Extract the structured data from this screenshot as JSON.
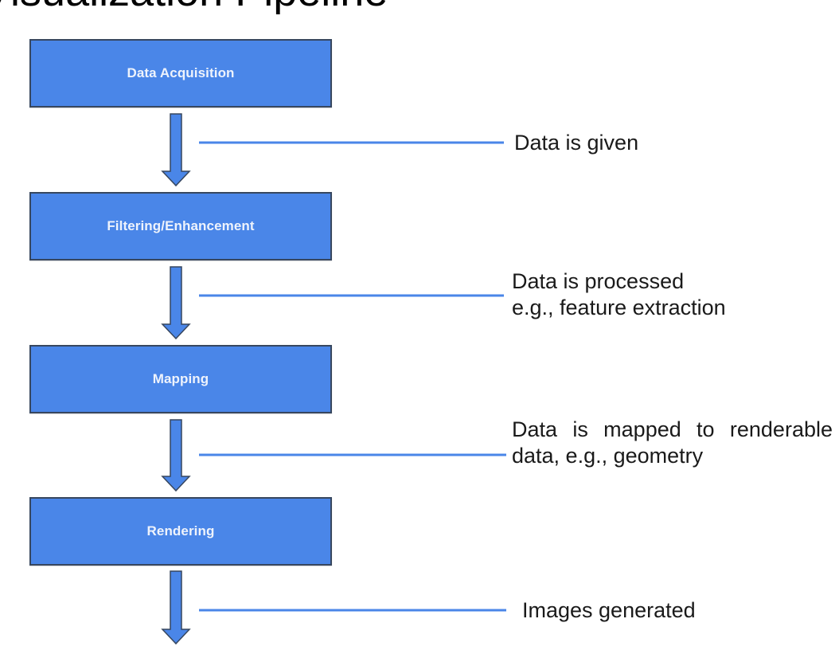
{
  "title": "Visualization Pipeline",
  "colors": {
    "box_fill": "#4a86e8",
    "box_border": "#37475f",
    "box_text": "#eef3fc",
    "connector": "#4a86e8",
    "annotation_text": "#1a1a1a"
  },
  "stages": [
    {
      "label": "Data Acquisition"
    },
    {
      "label": "Filtering/Enhancement"
    },
    {
      "label": "Mapping"
    },
    {
      "label": "Rendering"
    }
  ],
  "annotations": [
    {
      "lines": [
        "Data is given"
      ]
    },
    {
      "lines": [
        "Data is processed",
        "e.g., feature extraction"
      ]
    },
    {
      "text": "Data is mapped to renderable data, e.g., geometry"
    },
    {
      "lines": [
        "Images generated"
      ]
    }
  ]
}
